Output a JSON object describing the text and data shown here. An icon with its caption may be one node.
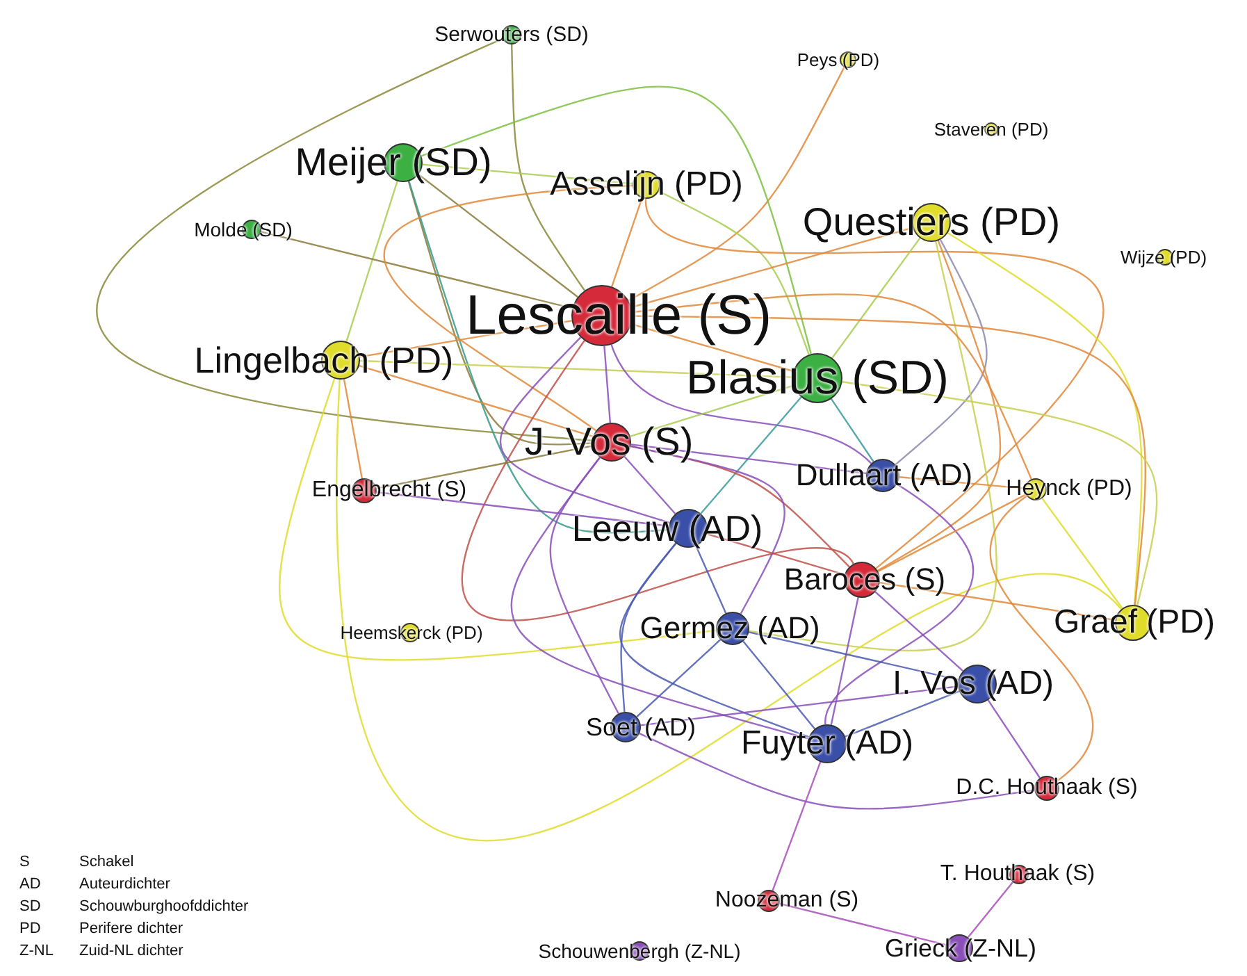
{
  "diagram": {
    "nodes": [
      {
        "text": [
          "Serwouters (SD)"
        ]
      },
      {
        "text": [
          "Peys (PD)"
        ]
      },
      {
        "text": [
          "Staveren (PD)"
        ]
      },
      {
        "text": [
          "Meijer (SD)"
        ]
      },
      {
        "text": [
          "Asselijn (PD)"
        ]
      },
      {
        "text": [
          "Molde (SD)"
        ]
      },
      {
        "text": [
          "Questiers (PD)"
        ]
      },
      {
        "text": [
          "Wijze (PD)"
        ]
      },
      {
        "text": [
          "Lescaille (S)"
        ]
      },
      {
        "text": [
          "Lingelbach (PD)"
        ]
      },
      {
        "text": [
          "Blasius (SD)"
        ]
      },
      {
        "text": [
          "J. Vos (S)"
        ]
      },
      {
        "text": [
          "Engelbrecht (S)"
        ]
      },
      {
        "text": [
          "Dullaart (AD)"
        ]
      },
      {
        "text": [
          "Heynck (PD)"
        ]
      },
      {
        "text": [
          "Leeuw (AD)"
        ]
      },
      {
        "text": [
          "Baroces (S)"
        ]
      },
      {
        "text": [
          "Heemskerck (PD)"
        ]
      },
      {
        "text": [
          "Germez (AD)"
        ]
      },
      {
        "text": [
          "Graef (PD)"
        ]
      },
      {
        "text": [
          "I. Vos (AD)"
        ]
      },
      {
        "text": [
          "Soet (AD)"
        ]
      },
      {
        "text": [
          "Fuyter (AD)"
        ]
      },
      {
        "text": [
          "D.C. Houthaak (S)"
        ]
      },
      {
        "text": [
          "T. Houthaak (S)"
        ]
      },
      {
        "text": [
          "Noozeman (S)"
        ]
      },
      {
        "text": [
          "Schouwenbergh (Z-NL)"
        ]
      },
      {
        "text": [
          "Grieck (Z-NL)"
        ]
      }
    ],
    "edges": [
      {
        "from": 0,
        "to": 8,
        "arrow": "none",
        "color": "#8a8a3a"
      },
      {
        "from": 0,
        "to": 11,
        "arrow": "none",
        "color": "#8a8a3a"
      },
      {
        "from": 1,
        "to": 8,
        "arrow": "none",
        "color": "#e08a3a"
      },
      {
        "from": 3,
        "to": 8,
        "arrow": "none",
        "color": "#8a7a3a"
      },
      {
        "from": 3,
        "to": 10,
        "arrow": "none",
        "color": "#7cc040"
      },
      {
        "from": 3,
        "to": 11,
        "arrow": "none",
        "color": "#8a7a3a"
      },
      {
        "from": 3,
        "to": 4,
        "arrow": "none",
        "color": "#a8cc50"
      },
      {
        "from": 3,
        "to": 9,
        "arrow": "none",
        "color": "#a8cc50"
      },
      {
        "from": 3,
        "to": 15,
        "arrow": "none",
        "color": "#3a9a8a"
      },
      {
        "from": 5,
        "to": 8,
        "arrow": "none",
        "color": "#8a7a3a"
      },
      {
        "from": 4,
        "to": 8,
        "arrow": "none",
        "color": "#e08a3a"
      },
      {
        "from": 4,
        "to": 10,
        "arrow": "none",
        "color": "#a8cc50"
      },
      {
        "from": 4,
        "to": 11,
        "arrow": "none",
        "color": "#e08a3a"
      },
      {
        "from": 4,
        "to": 16,
        "arrow": "none",
        "color": "#e08a3a"
      },
      {
        "from": 6,
        "to": 8,
        "arrow": "none",
        "color": "#e08a3a"
      },
      {
        "from": 6,
        "to": 10,
        "arrow": "none",
        "color": "#a8cc50"
      },
      {
        "from": 6,
        "to": 13,
        "arrow": "none",
        "color": "#8a8ab0"
      },
      {
        "from": 6,
        "to": 18,
        "arrow": "none",
        "color": "#c8d050"
      },
      {
        "from": 6,
        "to": 19,
        "arrow": "none",
        "color": "#e0dc2a"
      },
      {
        "from": 6,
        "to": 16,
        "arrow": "none",
        "color": "#e08a3a"
      },
      {
        "from": 9,
        "to": 8,
        "arrow": "none",
        "color": "#e08a3a"
      },
      {
        "from": 9,
        "to": 10,
        "arrow": "none",
        "color": "#c8d050"
      },
      {
        "from": 9,
        "to": 11,
        "arrow": "none",
        "color": "#e08a3a"
      },
      {
        "from": 9,
        "to": 12,
        "arrow": "none",
        "color": "#e08a3a"
      },
      {
        "from": 9,
        "to": 19,
        "arrow": "none",
        "color": "#e0dc2a"
      },
      {
        "from": 9,
        "to": 18,
        "arrow": "none",
        "color": "#e0dc2a"
      },
      {
        "from": 8,
        "to": 10,
        "arrow": "none",
        "color": "#e08a3a"
      },
      {
        "from": 8,
        "to": 11,
        "arrow": "none",
        "color": "#8a4fb8"
      },
      {
        "from": 8,
        "to": 13,
        "arrow": "none",
        "color": "#8a4fb8"
      },
      {
        "from": 8,
        "to": 16,
        "arrow": "none",
        "color": "#c0504a"
      },
      {
        "from": 8,
        "to": 19,
        "arrow": "none",
        "color": "#e08a3a"
      },
      {
        "from": 8,
        "to": 14,
        "arrow": "none",
        "color": "#e08a3a"
      },
      {
        "from": 8,
        "to": 15,
        "arrow": "none",
        "color": "#8a4fb8"
      },
      {
        "from": 10,
        "to": 11,
        "arrow": "none",
        "color": "#a8cc50"
      },
      {
        "from": 10,
        "to": 15,
        "arrow": "none",
        "color": "#3a9a9a"
      },
      {
        "from": 10,
        "to": 19,
        "arrow": "none",
        "color": "#c8d050"
      },
      {
        "from": 10,
        "to": 13,
        "arrow": "none",
        "color": "#3a9a9a"
      },
      {
        "from": 11,
        "to": 12,
        "arrow": "none",
        "color": "#8a7a3a"
      },
      {
        "from": 11,
        "to": 15,
        "arrow": "none",
        "color": "#8a4fb8"
      },
      {
        "from": 11,
        "to": 13,
        "arrow": "none",
        "color": "#8a4fb8"
      },
      {
        "from": 11,
        "to": 16,
        "arrow": "none",
        "color": "#c0504a"
      },
      {
        "from": 11,
        "to": 18,
        "arrow": "none",
        "color": "#8a4fb8"
      },
      {
        "from": 11,
        "to": 21,
        "arrow": "none",
        "color": "#8a4fb8"
      },
      {
        "from": 11,
        "to": 22,
        "arrow": "none",
        "color": "#8a4fb8"
      },
      {
        "from": 12,
        "to": 15,
        "arrow": "none",
        "color": "#8a4fb8"
      },
      {
        "from": 13,
        "to": 14,
        "arrow": "none",
        "color": "#e08a3a"
      },
      {
        "from": 13,
        "to": 22,
        "arrow": "none",
        "color": "#8a4fb8"
      },
      {
        "from": 14,
        "to": 16,
        "arrow": "none",
        "color": "#e08a3a"
      },
      {
        "from": 14,
        "to": 23,
        "arrow": "none",
        "color": "#e08a3a"
      },
      {
        "from": 14,
        "to": 19,
        "arrow": "none",
        "color": "#e0dc2a"
      },
      {
        "from": 15,
        "to": 21,
        "arrow": "none",
        "color": "#4a5ab0"
      },
      {
        "from": 15,
        "to": 18,
        "arrow": "none",
        "color": "#4a5ab0"
      },
      {
        "from": 15,
        "to": 22,
        "arrow": "none",
        "color": "#4a5ab0"
      },
      {
        "from": 15,
        "to": 16,
        "arrow": "none",
        "color": "#c0504a"
      },
      {
        "from": 16,
        "to": 19,
        "arrow": "none",
        "color": "#e08a3a"
      },
      {
        "from": 16,
        "to": 20,
        "arrow": "none",
        "color": "#8a4fb8"
      },
      {
        "from": 16,
        "to": 22,
        "arrow": "none",
        "color": "#8a4fb8"
      },
      {
        "from": 18,
        "to": 21,
        "arrow": "none",
        "color": "#4a5ab0"
      },
      {
        "from": 18,
        "to": 20,
        "arrow": "none",
        "color": "#4a5ab0"
      },
      {
        "from": 18,
        "to": 22,
        "arrow": "none",
        "color": "#4a5ab0"
      },
      {
        "from": 20,
        "to": 22,
        "arrow": "none",
        "color": "#4a5ab0"
      },
      {
        "from": 20,
        "to": 21,
        "arrow": "none",
        "color": "#8a4fb8"
      },
      {
        "from": 20,
        "to": 23,
        "arrow": "none",
        "color": "#8a4fb8"
      },
      {
        "from": 21,
        "to": 23,
        "arrow": "none",
        "color": "#8a4fb8"
      },
      {
        "from": 22,
        "to": 25,
        "arrow": "none",
        "color": "#a84fb8"
      },
      {
        "from": 25,
        "to": 27,
        "arrow": "none",
        "color": "#a84fb8"
      },
      {
        "from": 27,
        "to": 24,
        "arrow": "none",
        "color": "#a84fb8"
      }
    ],
    "labels": [
      "S",
      "Schakel",
      "AD",
      "Auteurdichter",
      "SD",
      "Schouwburghoofddichter",
      "PD",
      "Perifere dichter",
      "Z-NL",
      "Zuid-NL dichter"
    ]
  }
}
